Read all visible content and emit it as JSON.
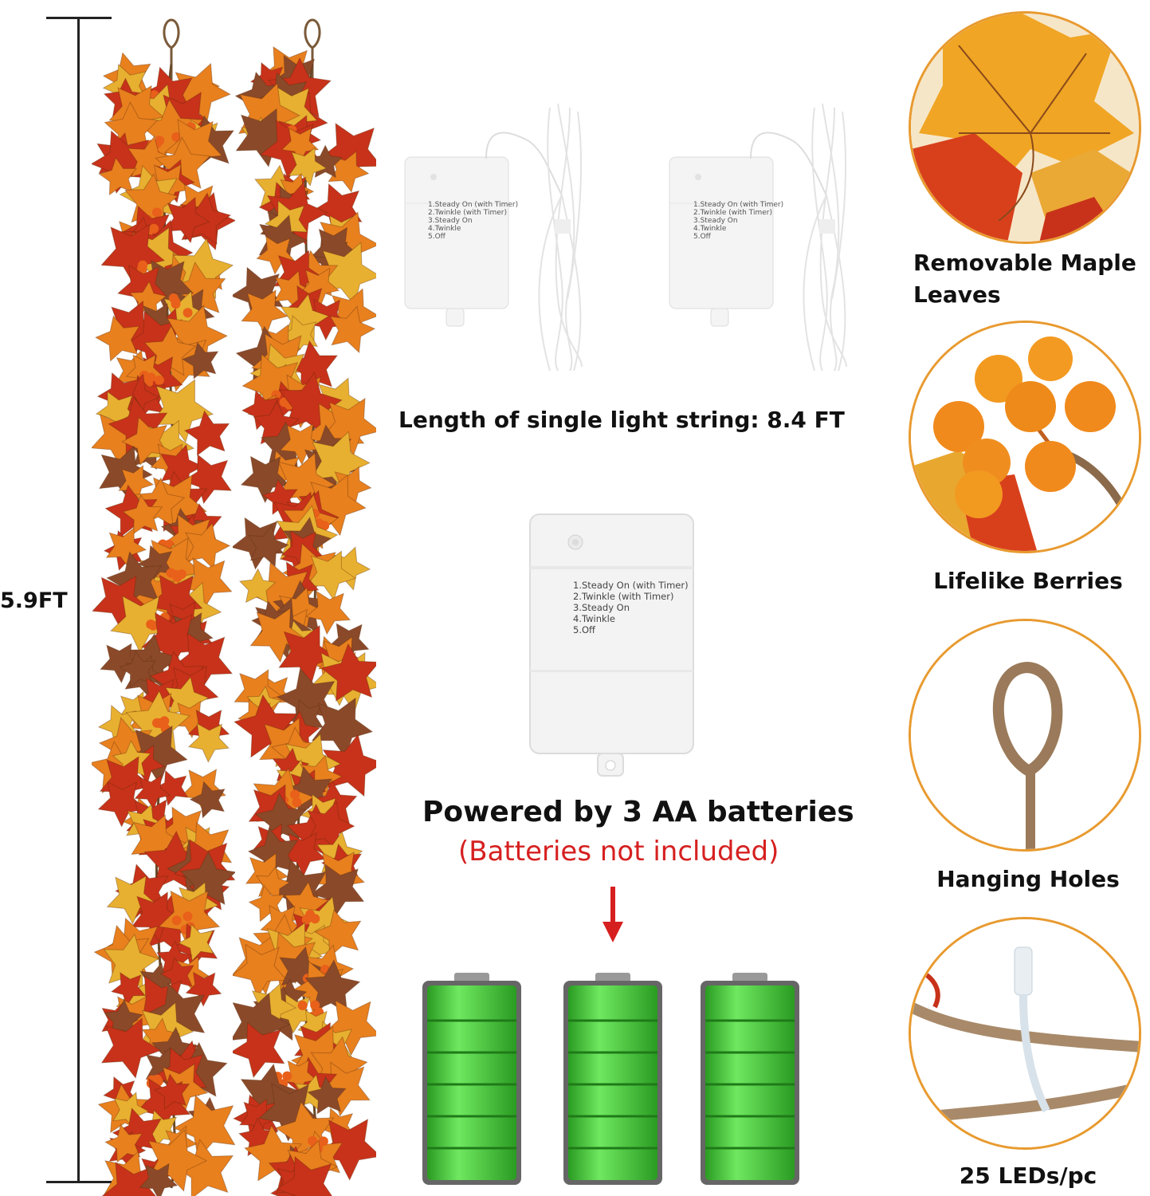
{
  "height_label": "5.9FT",
  "light_string_caption": "Length of single light string: 8.4 FT",
  "battery_box": {
    "modes": [
      "1.Steady On (with Timer)",
      "2.Twinkle (with Timer)",
      "3.Steady On",
      "4.Twinkle",
      "5.Off"
    ]
  },
  "small_box": {
    "modes": [
      "1.Steady On (with Timer)",
      "2.Twinkle (with Timer)",
      "3.Steady On",
      "4.Twinkle",
      "5.Off"
    ]
  },
  "power_caption": "Powered by 3 AA batteries",
  "power_note": "(Batteries not included)",
  "features": [
    {
      "label_line1": "Removable Maple",
      "label_line2": "Leaves"
    },
    {
      "label_line1": "Lifelike Berries",
      "label_line2": ""
    },
    {
      "label_line1": "Hanging Holes",
      "label_line2": ""
    },
    {
      "label_line1": "25 LEDs/pc",
      "label_line2": ""
    }
  ],
  "colors": {
    "accent_orange": "#e89a2f",
    "note_red": "#d62020",
    "battery_green": "#3cc42f",
    "leaf_red": "#c8321a",
    "leaf_orange": "#e8801e",
    "leaf_yellow": "#e8b030",
    "leaf_brown": "#8a4a2a"
  }
}
